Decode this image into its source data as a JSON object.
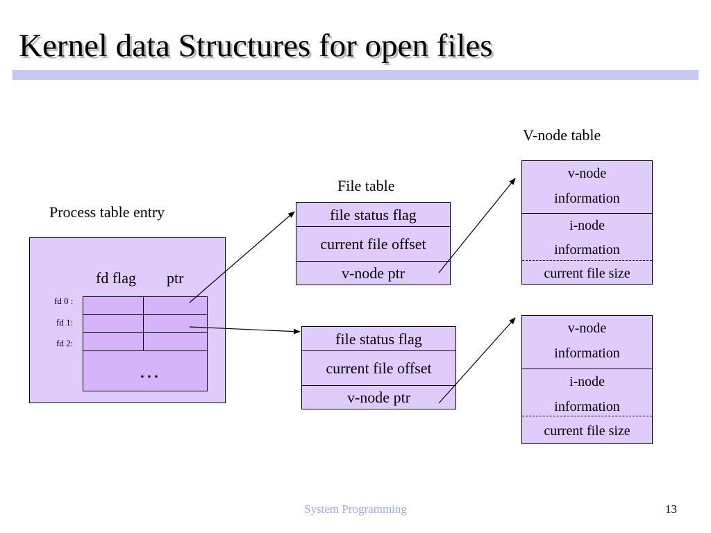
{
  "title": "Kernel data Structures for open files",
  "process_table": {
    "label": "Process table entry",
    "col_fd_flag": "fd flag",
    "col_ptr": "ptr",
    "rows": [
      "fd 0 :",
      "fd 1:",
      "fd 2:"
    ],
    "ellipsis": "…"
  },
  "file_table": {
    "label": "File table",
    "entries": [
      {
        "status": "file status flag",
        "offset": "current file offset",
        "vnode_ptr": "v-node ptr"
      },
      {
        "status": "file status flag",
        "offset": "current file offset",
        "vnode_ptr": "v-node ptr"
      }
    ]
  },
  "vnode_table": {
    "label": "V-node table",
    "entries": [
      {
        "vnode_1": "v-node",
        "vnode_2": "information",
        "inode_1": "i-node",
        "inode_2": "information",
        "size": "current file size"
      },
      {
        "vnode_1": "v-node",
        "vnode_2": "information",
        "inode_1": "i-node",
        "inode_2": "information",
        "size": "current file size"
      }
    ]
  },
  "footer": {
    "text": "System Programming",
    "page": "13"
  },
  "colors": {
    "box_fill": "#e0ccfb",
    "grid_fill": "#d6b3fb",
    "title_rule": "#c8c8f4",
    "footer_text": "#9aa9e8"
  }
}
